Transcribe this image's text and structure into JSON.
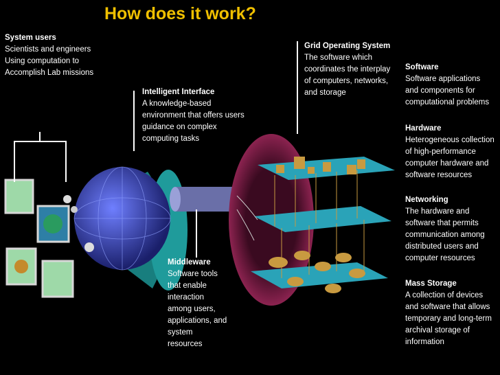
{
  "title": "How does it work?",
  "labels": {
    "system_users": {
      "heading": "System users",
      "text": "Scientists and engineers\nUsing computation to\nAccomplish Lab missions"
    },
    "intelligent_interface": {
      "heading": "Intelligent Interface",
      "text": "A knowledge-based\nenvironment that offers users\nguidance on complex\ncomputing tasks"
    },
    "middleware": {
      "heading": "Middleware",
      "text": "Software tools\nthat enable\ninteraction\namong users,\napplications, and\nsystem\nresources"
    },
    "grid_os": {
      "heading": "Grid Operating System",
      "text": "The software which\ncoordinates the interplay\nof computers, networks,\nand storage"
    },
    "software": {
      "heading": "Software",
      "text": "Software applications\nand components for\ncomputational problems"
    },
    "hardware": {
      "heading": "Hardware",
      "text": "Heterogeneous collection\nof high-performance\ncomputer hardware and\nsoftware resources"
    },
    "networking": {
      "heading": "Networking",
      "text": "The hardware and\nsoftware that permits\ncommunication among\ndistributed users and\ncomputer resources"
    },
    "mass_storage": {
      "heading": "Mass Storage",
      "text": "A collection of devices\nand software that allows\ntemporary and long-term\narchival storage of\ninformation"
    }
  },
  "colors": {
    "title": "#f0c000",
    "background": "#000000",
    "platform": "#2aa3b8",
    "dish": "#1b8c8c",
    "globe": "#3a4bbf",
    "ring": "#7a1d45",
    "cube": "#c89a40"
  }
}
